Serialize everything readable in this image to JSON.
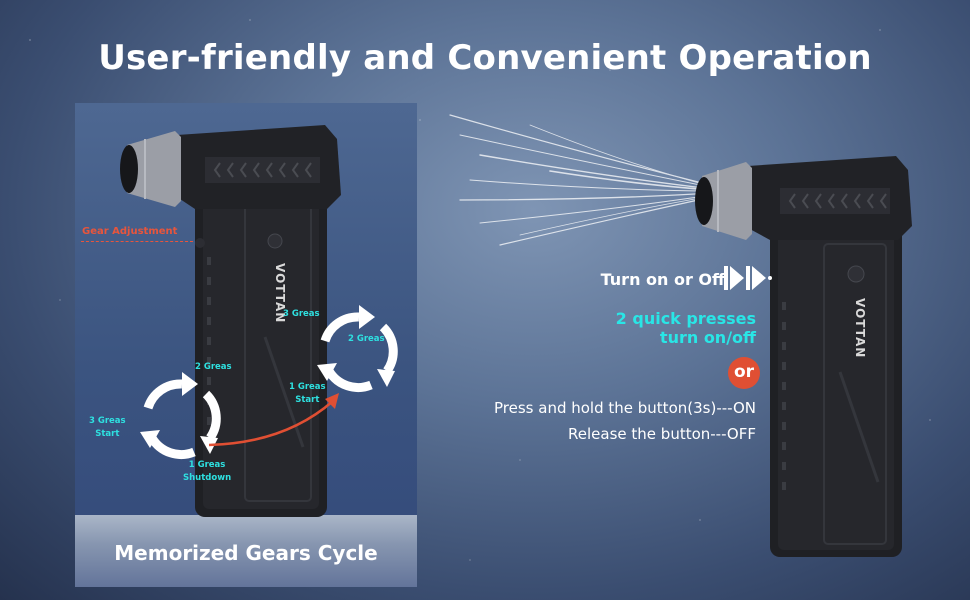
{
  "title": "User-friendly and Convenient Operation",
  "left_panel": {
    "caption": "Memorized Gears Cycle",
    "gear_adjustment": "Gear Adjustment",
    "brand": "VOTTAN",
    "cycle_left": {
      "gear2": "2 Greas",
      "gear3_start": [
        "3 Greas",
        "Start"
      ],
      "gear1_shutdown": [
        "1 Greas",
        "Shutdown"
      ]
    },
    "cycle_right": {
      "gear3": "3 Greas",
      "gear2": "2 Greas",
      "gear1_start": [
        "1 Greas",
        "Start"
      ]
    }
  },
  "right_panel": {
    "brand": "VOTTAN",
    "turn_on_off": "Turn on or Off",
    "quick_presses": [
      "2 quick presses",
      "turn on/off"
    ],
    "or": "or",
    "press_hold": "Press and hold the button(3s)---ON",
    "release": "Release the button---OFF"
  },
  "colors": {
    "accent_cyan": "#2ee0e0",
    "accent_red": "#e04f33",
    "device_body": "#1e1f23",
    "nozzle_gray": "#9b9ea6"
  }
}
